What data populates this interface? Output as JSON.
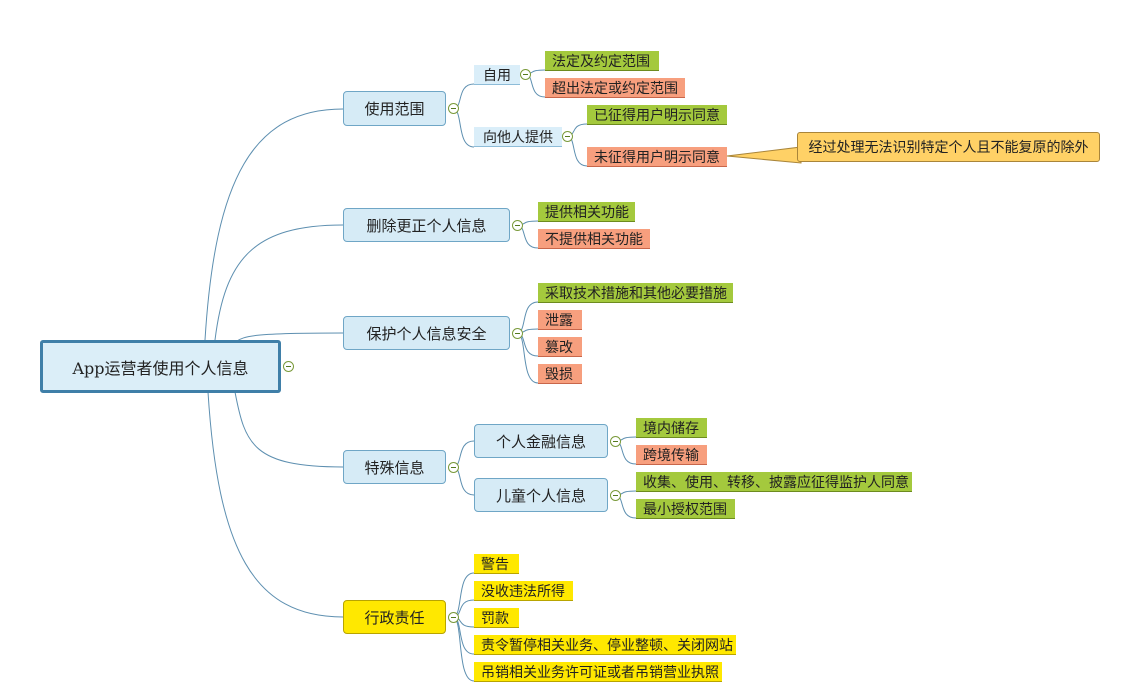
{
  "root": "App运营者使用个人信息",
  "branches": [
    {
      "label": "使用范围",
      "children": [
        {
          "label": "自用",
          "children": [
            "法定及约定范围",
            "超出法定或约定范围"
          ]
        },
        {
          "label": "向他人提供",
          "children": [
            "已征得用户明示同意",
            "未征得用户明示同意"
          ]
        }
      ],
      "callout": "经过处理无法识别特定个人且不能复原的除外"
    },
    {
      "label": "删除更正个人信息",
      "children": [
        "提供相关功能",
        "不提供相关功能"
      ]
    },
    {
      "label": "保护个人信息安全",
      "children": [
        "采取技术措施和其他必要措施",
        "泄露",
        "篡改",
        "毁损"
      ]
    },
    {
      "label": "特殊信息",
      "children": [
        {
          "label": "个人金融信息",
          "children": [
            "境内储存",
            "跨境传输"
          ]
        },
        {
          "label": "儿童个人信息",
          "children": [
            "收集、使用、转移、披露应征得监护人同意",
            "最小授权范围"
          ]
        }
      ]
    },
    {
      "label": "行政责任",
      "children": [
        "警告",
        "没收违法所得",
        "罚款",
        "责令暂停相关业务、停业整顿、关闭网站",
        "吊销相关业务许可证或者吊销营业执照"
      ]
    }
  ],
  "colors": {
    "link": "#5d8fb0",
    "green": "#a4c93d",
    "orange": "#f79f7e",
    "yellow": "#ffe800",
    "callout": "#ffd166"
  }
}
